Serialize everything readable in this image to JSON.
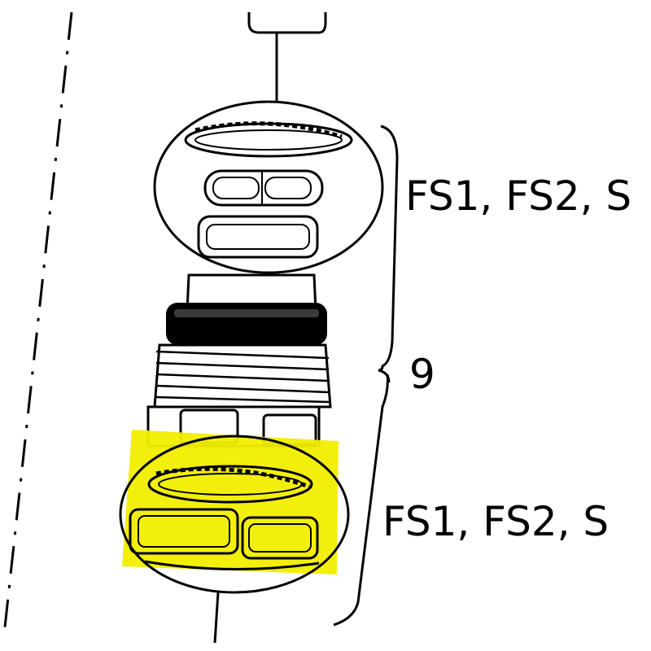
{
  "labels": {
    "upper_parts": "FS1, FS2, S",
    "assembly_number": "9",
    "lower_parts": "FS1, FS2, S"
  },
  "colors": {
    "background": "#ffffff",
    "line": "#000000",
    "highlight": "#f2ee00"
  }
}
